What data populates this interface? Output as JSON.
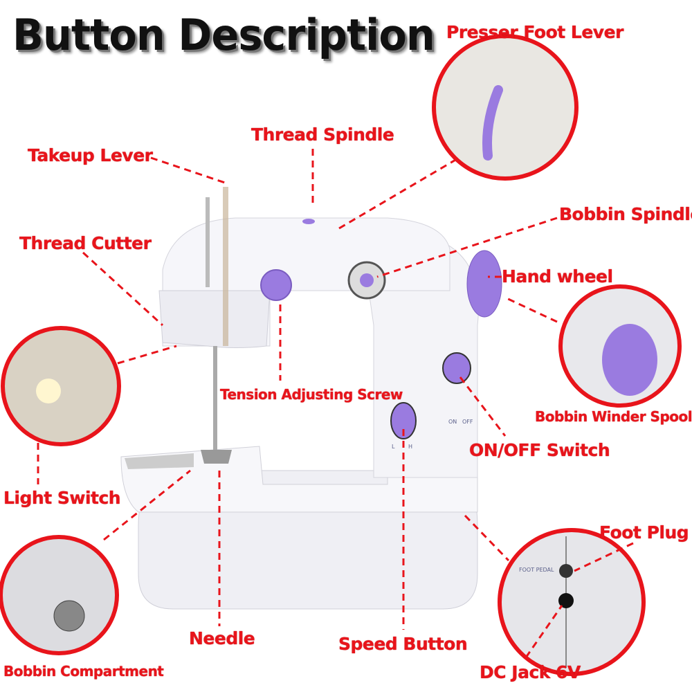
{
  "title": "Button Description",
  "colors": {
    "label": "#e8141b",
    "accent_purple": "#9a7be0",
    "body": "#f4f4f8"
  },
  "labels": {
    "presser_foot_lever": "Presser Foot Lever",
    "thread_spindle": "Thread Spindle",
    "takeup_lever": "Takeup Lever",
    "bobbin_spindle": "Bobbin Spindle",
    "thread_cutter": "Thread Cutter",
    "hand_wheel": "Hand wheel",
    "tension_adjusting_screw": "Tension Adjusting Screw",
    "bobbin_winder_spool": "Bobbin Winder Spool",
    "on_off_switch": "ON/OFF Switch",
    "light_switch": "Light Switch",
    "foot_plug": "Foot Plug",
    "needle": "Needle",
    "speed_button": "Speed Button",
    "bobbin_compartment": "Bobbin Compartment",
    "dc_jack": "DC Jack 6V"
  },
  "machine_markings": {
    "on": "ON",
    "off": "OFF",
    "low": "L",
    "high": "H",
    "foot_pedal": "FOOT PEDAL"
  }
}
